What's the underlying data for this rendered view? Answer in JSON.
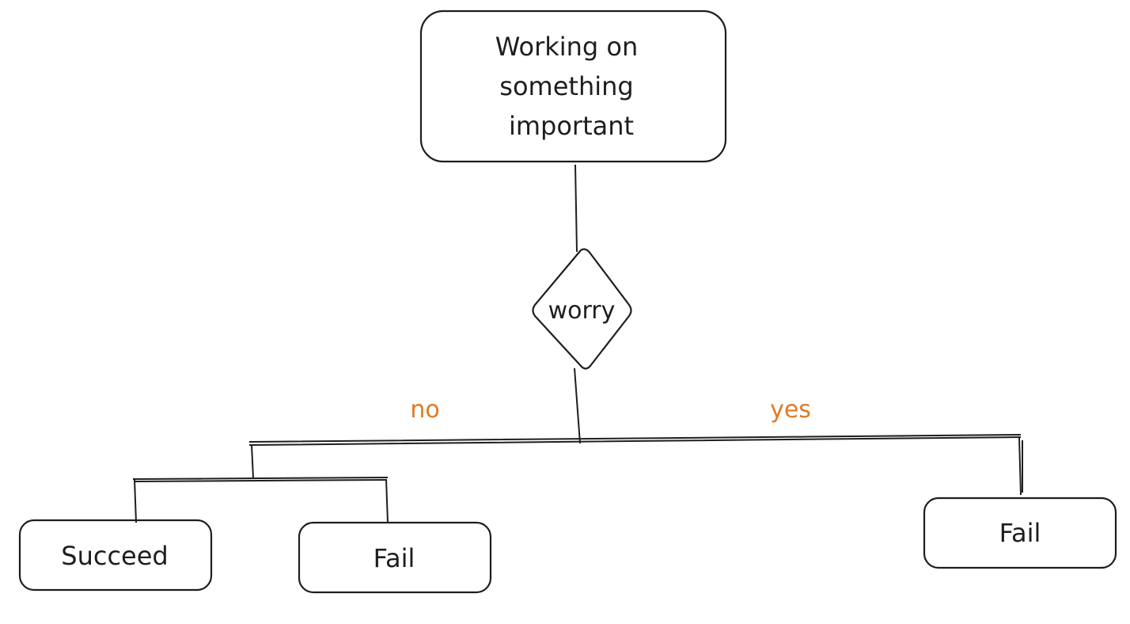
{
  "nodes": {
    "root": {
      "lines": [
        "Working on",
        "something",
        "important"
      ]
    },
    "decision": {
      "label": "worry"
    },
    "succeed": {
      "label": "Succeed"
    },
    "fail_no": {
      "label": "Fail"
    },
    "fail_yes": {
      "label": "Fail"
    }
  },
  "edges": {
    "no_label": "no",
    "yes_label": "yes"
  },
  "colors": {
    "stroke": "#1e1e1e",
    "edge_label": "#e07a24"
  }
}
